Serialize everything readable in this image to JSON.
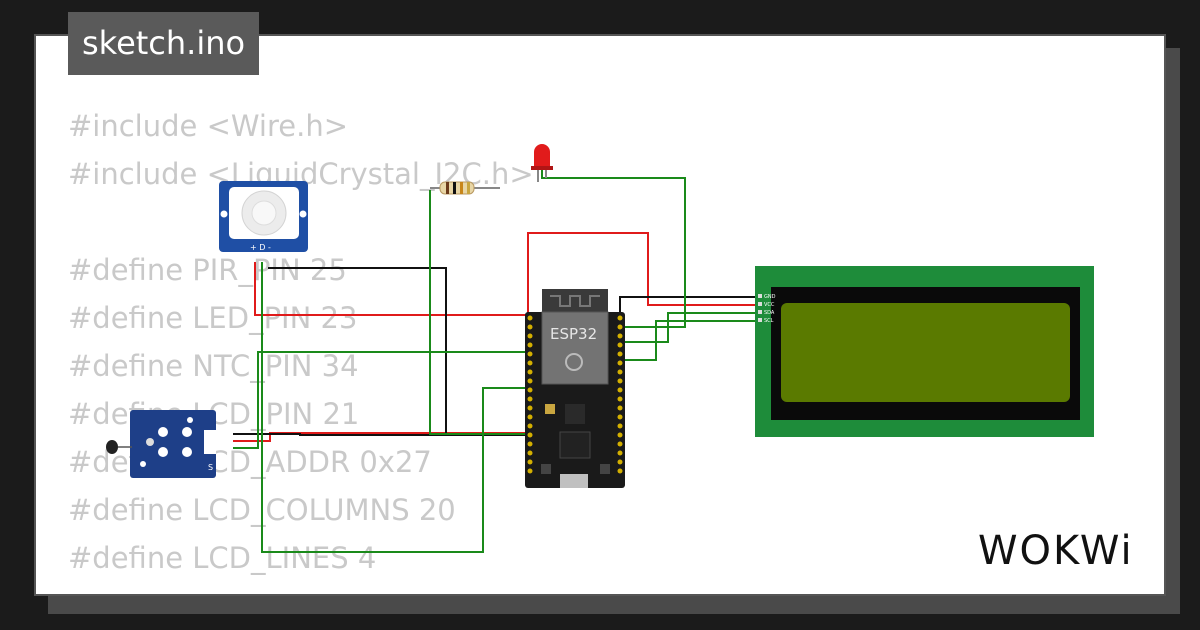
{
  "tab": {
    "filename": "sketch.ino"
  },
  "code_lines": [
    "#include <Wire.h>",
    "#include <LiquidCrystal_I2C.h>",
    "",
    "#define PIR_PIN 25",
    "#define LED_PIN 23",
    "#define NTC_PIN 34",
    "#define LCD_PIN 21",
    "#define LCD_ADDR 0x27",
    "#define LCD_COLUMNS 20",
    "#define LCD_LINES 4"
  ],
  "components": {
    "esp32_label": "ESP32",
    "lcd_pins": [
      "GND",
      "VCC",
      "SDA",
      "SCL"
    ],
    "pir_pins": "+ D -",
    "ntc_pin_s": "S"
  },
  "brand": {
    "logo": "WOKWi"
  },
  "colors": {
    "wire_red": "#e01b1b",
    "wire_black": "#111111",
    "wire_green": "#1a8a1a",
    "lcd_board": "#1e8c3a",
    "lcd_screen": "#5a7a00",
    "esp_board": "#1a1a1a"
  }
}
